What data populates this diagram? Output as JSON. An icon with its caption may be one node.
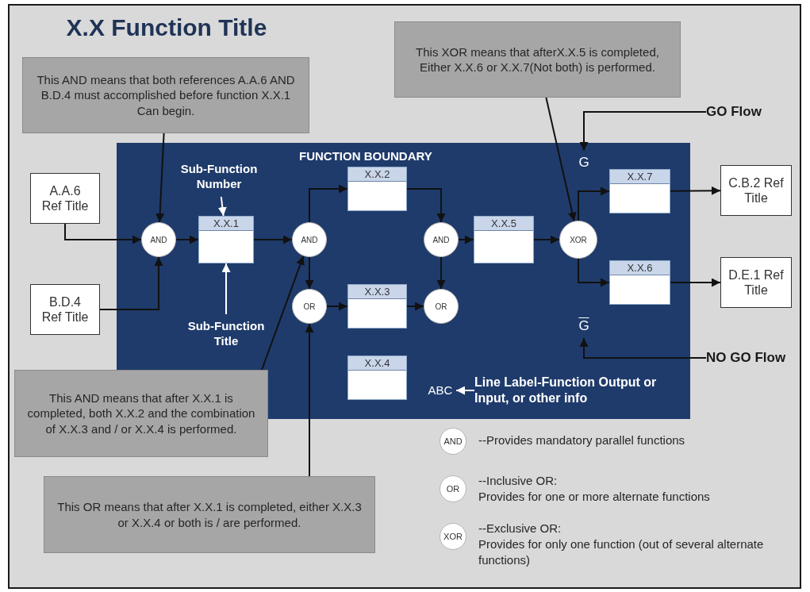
{
  "diagram": {
    "title": "X.X Function Title",
    "nodes": [
      {
        "text": [
          "This AND means that both references A.A.6 AND B.D.4 must accomplished before function X.X.1 Can begin."
        ]
      },
      {
        "text": [
          "This XOR means that afterX.X.5 is completed, Either X.X.6 or X.X.7(Not both) is performed."
        ]
      },
      {
        "text": [
          "GO Flow"
        ]
      },
      {
        "text": [
          "FUNCTION BOUNDARY"
        ]
      },
      {
        "text": [
          "A.A.6 Ref Title"
        ]
      },
      {
        "text": [
          "Sub-Function Number"
        ],
        "in": 3
      },
      {
        "text": [
          "X.X.2"
        ],
        "in": 3
      },
      {
        "text": [
          "G"
        ],
        "in": 3
      },
      {
        "text": [
          "X.X.7"
        ],
        "in": 3
      },
      {
        "text": [
          "C.B.2 Ref Title"
        ]
      },
      {
        "text": [
          "AND"
        ],
        "in": 3
      },
      {
        "text": [
          "X.X.1"
        ],
        "in": 3
      },
      {
        "text": [
          "AND"
        ],
        "in": 3
      },
      {
        "text": [
          "AND"
        ],
        "in": 3
      },
      {
        "text": [
          "X.X.5"
        ],
        "in": 3
      },
      {
        "text": [
          "XOR"
        ],
        "in": 3
      },
      {
        "text": [
          "B.D.4 Ref Title"
        ]
      },
      {
        "text": [
          "OR"
        ],
        "in": 3
      },
      {
        "text": [
          "X.X.3"
        ],
        "in": 3
      },
      {
        "text": [
          "OR"
        ],
        "in": 3
      },
      {
        "text": [
          "X.X.6"
        ],
        "in": 3
      },
      {
        "text": [
          "D.E.1 Ref Title"
        ]
      },
      {
        "text": [
          "Sub-Function Title"
        ],
        "in": 3
      },
      {
        "text": [
          "G"
        ],
        "in": 3
      },
      {
        "text": [
          "X.X.4"
        ],
        "in": 3
      },
      {
        "text": [
          "ABC"
        ],
        "in": 3
      },
      {
        "text": [
          "Line Label-Function Output or Input, or other info"
        ],
        "in": 3
      },
      {
        "text": [
          "NO GO Flow"
        ]
      },
      {
        "text": [
          "This AND means that after X.X.1 is completed, both X.X.2 and the combination of X.X.3 and / or X.X.4 is performed."
        ]
      },
      {
        "text": [
          "This OR means that after X.X.1 is completed, either X.X.3 or X.X.4 or both is / are performed."
        ]
      },
      {
        "text": [
          "AND"
        ],
        "beside": [
          "--Provides mandatory parallel functions"
        ]
      },
      {
        "text": [
          "OR"
        ],
        "beside": [
          "--Inclusive OR:",
          "Provides for one or more alternate functions"
        ]
      },
      {
        "text": [
          "XOR"
        ],
        "beside": [
          "--Exclusive OR:",
          "Provides for only one function (out of several alternate functions)"
        ]
      }
    ],
    "edges": [
      {
        "from": 0,
        "to": 10,
        "arrow": "to"
      },
      {
        "from": 4,
        "to": 10,
        "arrow": "to"
      },
      {
        "from": 16,
        "to": 10,
        "arrow": "to"
      },
      {
        "from": 10,
        "to": 11,
        "arrow": "to"
      },
      {
        "from": 5,
        "to": 11,
        "arrow": "to",
        "color": "#ffffff"
      },
      {
        "from": 22,
        "to": 11,
        "arrow": "to",
        "color": "#ffffff"
      },
      {
        "from": 11,
        "to": 12,
        "arrow": "to"
      },
      {
        "from": 28,
        "to": 12,
        "arrow": "to"
      },
      {
        "from": 12,
        "to": 6,
        "arrow": "to"
      },
      {
        "from": 12,
        "to": 17,
        "arrow": "to"
      },
      {
        "from": 29,
        "to": 17,
        "arrow": "to"
      },
      {
        "from": 17,
        "to": 18,
        "arrow": "to"
      },
      {
        "from": 6,
        "to": 13,
        "arrow": "to"
      },
      {
        "from": 18,
        "to": 19,
        "arrow": "to"
      },
      {
        "from": 13,
        "to": 14,
        "arrow": "to"
      },
      {
        "from": 13,
        "to": 19,
        "arrow": "to"
      },
      {
        "from": 14,
        "to": 15,
        "arrow": "to"
      },
      {
        "from": 1,
        "to": 15,
        "arrow": "to"
      },
      {
        "from": 15,
        "to": 8,
        "arrow": "to"
      },
      {
        "from": 15,
        "to": 20,
        "arrow": "to"
      },
      {
        "from": 8,
        "to": 9,
        "arrow": "to"
      },
      {
        "from": 20,
        "to": 21,
        "arrow": "to"
      },
      {
        "from": 2,
        "to": 7,
        "arrow": "to"
      },
      {
        "from": 27,
        "to": 23,
        "arrow": "to"
      },
      {
        "from": 26,
        "to": 25,
        "arrow": "to",
        "color": "#ffffff"
      }
    ]
  }
}
